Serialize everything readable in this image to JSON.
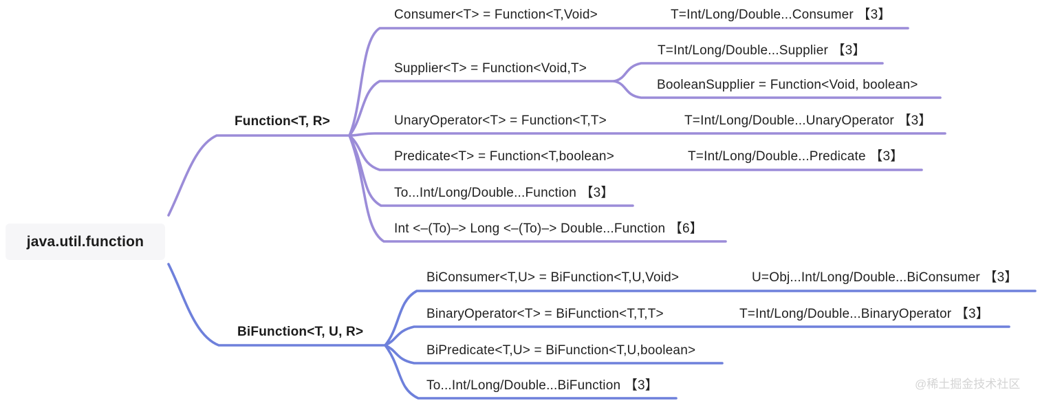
{
  "root": {
    "label": "java.util.function"
  },
  "watermark": "@稀土掘金技术社区",
  "colors": {
    "purple": "#9b8cd8",
    "blue": "#6e80db"
  },
  "branches": [
    {
      "topic": "Function<T, R>",
      "children": [
        {
          "label": "Consumer<T> = Function<T,Void>",
          "children": [
            {
              "label": "T=Int/Long/Double...Consumer 【3】"
            }
          ]
        },
        {
          "label": "Supplier<T> = Function<Void,T>",
          "children": [
            {
              "label": "T=Int/Long/Double...Supplier 【3】"
            },
            {
              "label": "BooleanSupplier = Function<Void, boolean>"
            }
          ]
        },
        {
          "label": "UnaryOperator<T> = Function<T,T>",
          "children": [
            {
              "label": "T=Int/Long/Double...UnaryOperator 【3】"
            }
          ]
        },
        {
          "label": "Predicate<T> = Function<T,boolean>",
          "children": [
            {
              "label": "T=Int/Long/Double...Predicate 【3】"
            }
          ]
        },
        {
          "label": "To...Int/Long/Double...Function 【3】"
        },
        {
          "label": "Int <–(To)–> Long <–(To)–> Double...Function 【6】"
        }
      ]
    },
    {
      "topic": "BiFunction<T, U, R>",
      "children": [
        {
          "label": "BiConsumer<T,U> = BiFunction<T,U,Void>",
          "children": [
            {
              "label": "U=Obj...Int/Long/Double...BiConsumer 【3】"
            }
          ]
        },
        {
          "label": "BinaryOperator<T> = BiFunction<T,T,T>",
          "children": [
            {
              "label": "T=Int/Long/Double...BinaryOperator 【3】"
            }
          ]
        },
        {
          "label": "BiPredicate<T,U> = BiFunction<T,U,boolean>"
        },
        {
          "label": "To...Int/Long/Double...BiFunction 【3】"
        }
      ]
    }
  ]
}
